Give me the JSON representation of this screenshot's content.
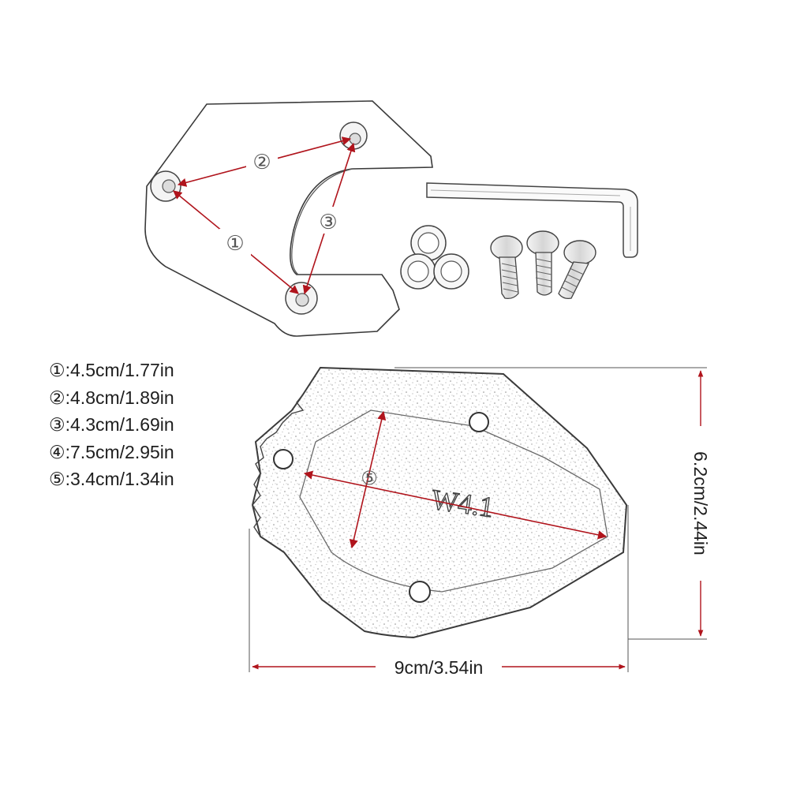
{
  "specs": [
    {
      "marker": "①",
      "text": ":4.5cm/1.77in"
    },
    {
      "marker": "②",
      "text": ":4.8cm/1.89in"
    },
    {
      "marker": "③",
      "text": ":4.3cm/1.69in"
    },
    {
      "marker": "④",
      "text": ":7.5cm/2.95in"
    },
    {
      "marker": "⑤",
      "text": ":3.4cm/1.34in"
    }
  ],
  "top_plate": {
    "callouts": [
      "②",
      "③",
      "①"
    ]
  },
  "bottom_plate": {
    "engraving": "W4.1",
    "inner_marker": "⑤",
    "width_label": "9cm/3.54in",
    "height_label": "6.2cm/2.44in"
  },
  "colors": {
    "dimension_red": "#b0141c",
    "outline": "#3a3a3a"
  }
}
